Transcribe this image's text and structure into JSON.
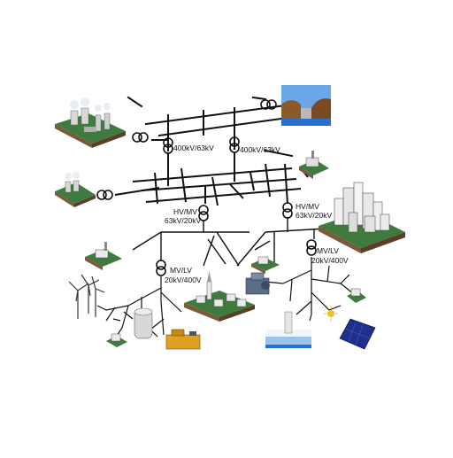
{
  "diagram": {
    "transformer_labels": {
      "hv_left": "400kV/63kV",
      "hv_right": "400kV/63kV",
      "hvmv_left_line1": "HV/MV",
      "hvmv_left_line2": "63kV/20kV",
      "hvmv_right_line1": "HV/MV",
      "hvmv_right_line2": "63kV/20kV",
      "mvlv_left_line1": "MV/LV",
      "mvlv_left_line2": "20kV/400V",
      "mvlv_right_line1": "MV/LV",
      "mvlv_right_line2": "20kV/400V"
    },
    "colors": {
      "line": "#111111",
      "ground_green": "#3f7a3f",
      "ground_brown": "#7a5a3a",
      "water": "#2a6fd0",
      "sky": "#6aa6e8",
      "solar_panel": "#1e2f8c",
      "generator": "#e0a020"
    }
  }
}
